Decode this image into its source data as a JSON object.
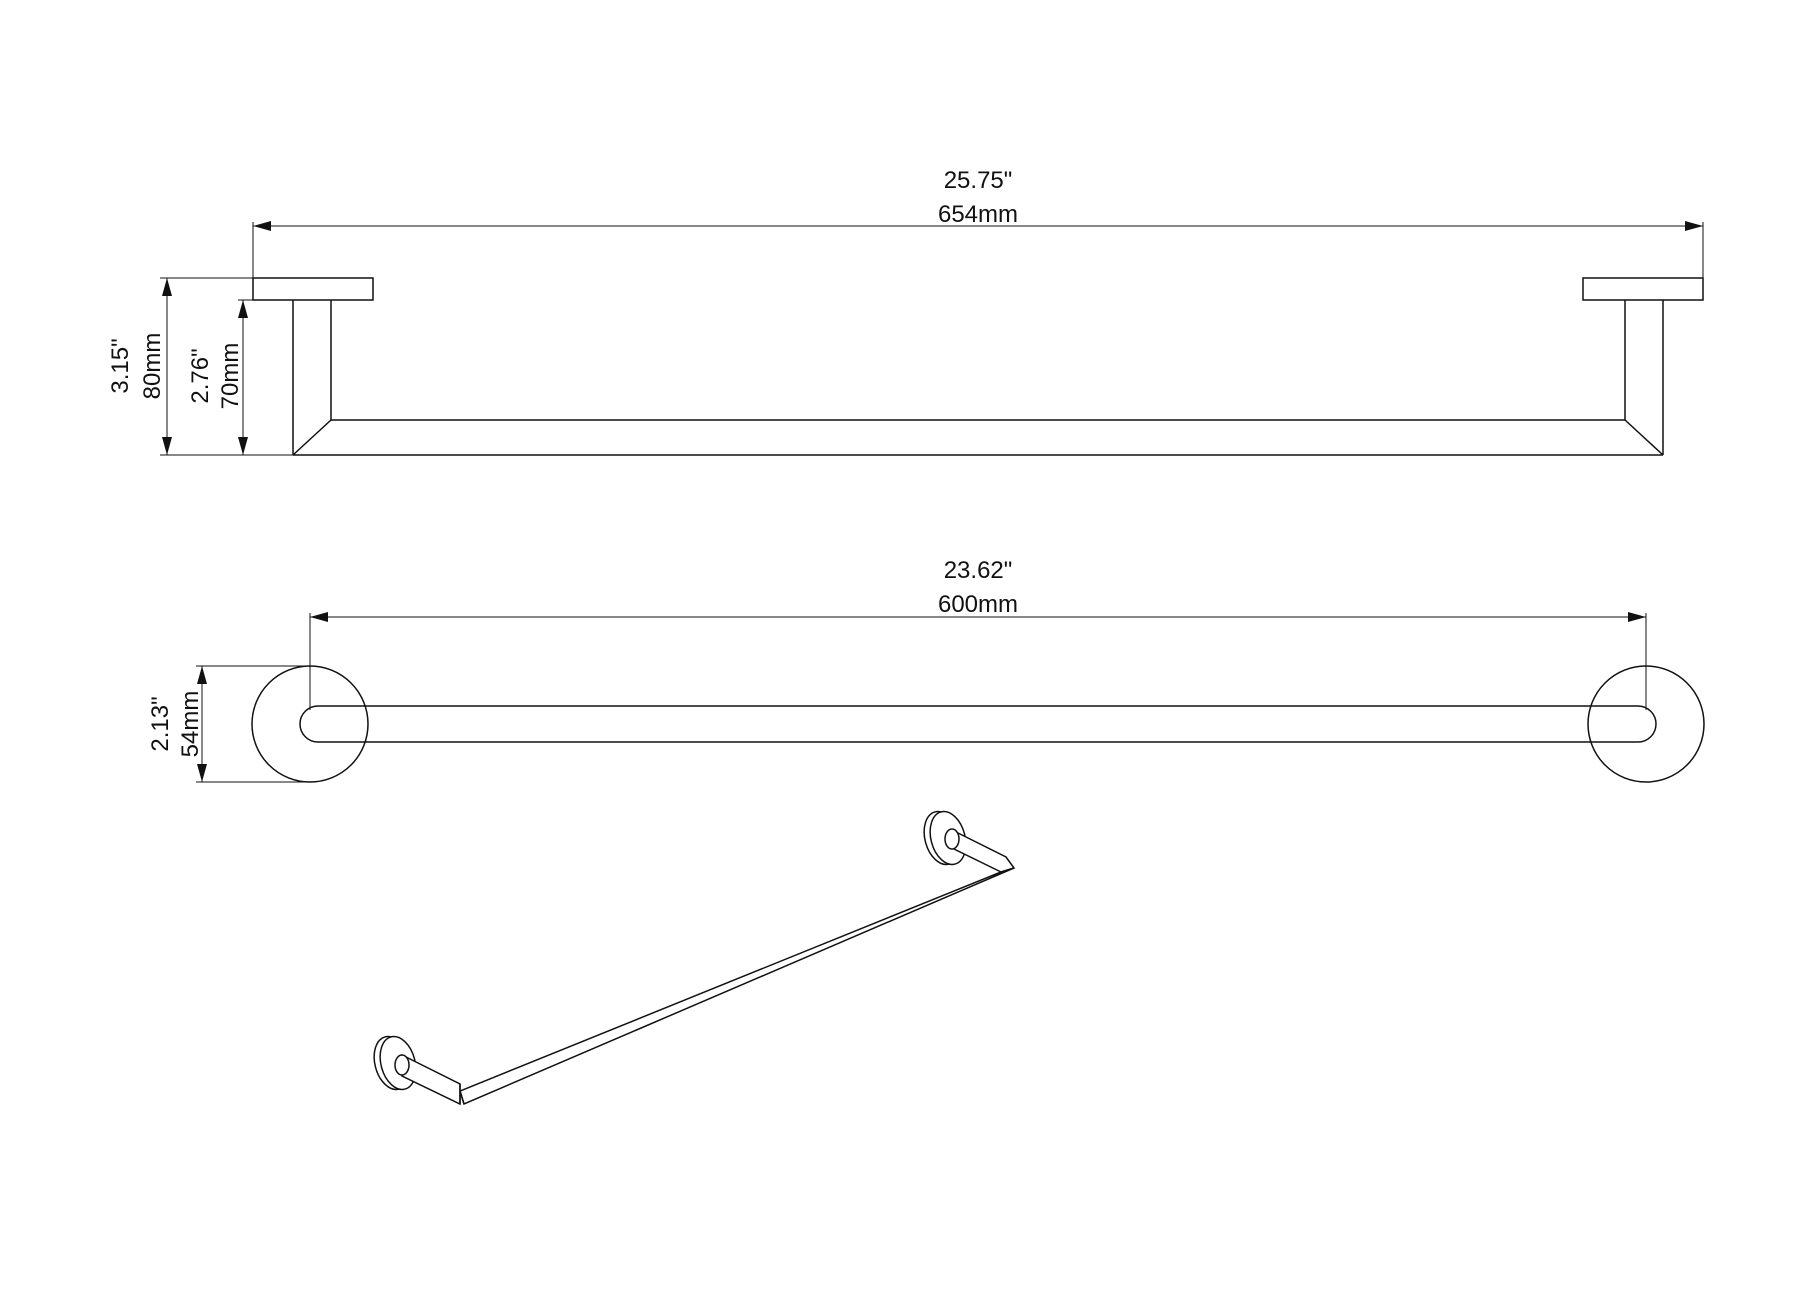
{
  "side_view": {
    "overall_length_in": "25.75\"",
    "overall_length_mm": "654mm",
    "flange_height_in": "3.15\"",
    "flange_height_mm": "80mm",
    "projection_in": "2.76\"",
    "projection_mm": "70mm"
  },
  "front_view": {
    "bar_length_in": "23.62\"",
    "bar_length_mm": "600mm",
    "flange_diameter_in": "2.13\"",
    "flange_diameter_mm": "54mm"
  },
  "colors": {
    "line": "#111111",
    "background": "#ffffff"
  }
}
